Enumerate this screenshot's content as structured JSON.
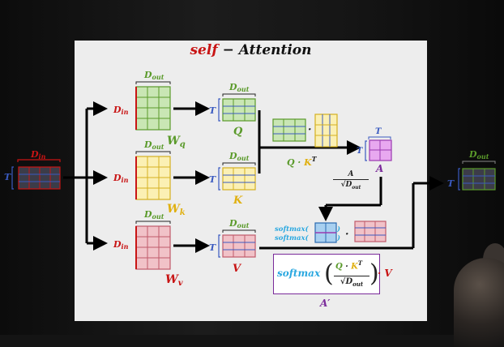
{
  "title": {
    "word1": "self",
    "word2": "− Attention"
  },
  "labels": {
    "d_in": "D",
    "d_in_sub": "in",
    "d_out": "D",
    "d_out_sub": "out",
    "t": "T",
    "wq": "W",
    "wq_sub": "q",
    "wk": "W",
    "wk_sub": "k",
    "wv": "W",
    "wv_sub": "v",
    "q": "Q",
    "k": "K",
    "v": "V",
    "a": "A",
    "qkt": "Q · K",
    "qkt_sup": "T",
    "dot": "·",
    "softmax": "softmax(",
    "softmax_close": ")",
    "frac_num": "A",
    "frac_den": "√D",
    "frac_den_sub": "out",
    "a_prime": "A′"
  },
  "formula": {
    "fn": "softmax",
    "open": "(",
    "close": ")",
    "num_q": "Q",
    "num_dot": " · ",
    "num_k": "K",
    "num_sup": "T",
    "den": "√D",
    "den_sub": "out",
    "tail": "· V"
  },
  "colors": {
    "red": "#c81414",
    "green_fill": "#c9e6b4",
    "green_line": "#5a9a2a",
    "yellow_fill": "#fbf0b4",
    "yellow_line": "#d4b020",
    "pink_fill": "#f1c2c8",
    "pink_line": "#c05a6a",
    "blue_fill": "#a8d0f0",
    "blue_line": "#2a6ab0",
    "purple_fill": "#e8a8f0",
    "purple_line": "#9a3ab0",
    "dark_fill": "#3c3c48",
    "cyan": "#2aa8e0",
    "purple": "#7a2a9a"
  }
}
